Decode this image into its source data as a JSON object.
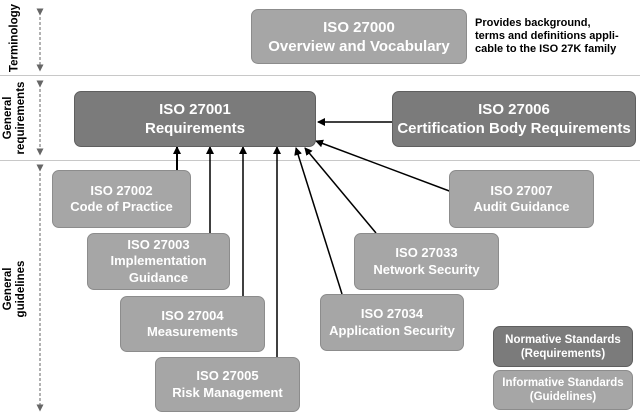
{
  "sections": {
    "terminology": "Terminology",
    "general_requirements": "General requirements",
    "general_guidelines": "General guidelines"
  },
  "iso27000": {
    "code": "ISO 27000",
    "name": "Overview and Vocabulary"
  },
  "iso27000_note": [
    "Provides background,",
    "terms and definitions appli-",
    "cable to the ISO 27K family"
  ],
  "iso27001": {
    "code": "ISO 27001",
    "name": "Requirements"
  },
  "iso27006": {
    "code": "ISO 27006",
    "name": "Certification  Body Requirements"
  },
  "iso27002": {
    "code": "ISO 27002",
    "name": "Code of Practice"
  },
  "iso27003": {
    "code": "ISO 27003",
    "name": [
      "Implementation",
      "Guidance"
    ]
  },
  "iso27004": {
    "code": "ISO 27004",
    "name": "Measurements"
  },
  "iso27005": {
    "code": "ISO 27005",
    "name": "Risk Management"
  },
  "iso27007": {
    "code": "ISO 27007",
    "name": "Audit Guidance"
  },
  "iso27033": {
    "code": "ISO 27033",
    "name": "Network Security"
  },
  "iso27034": {
    "code": "ISO 27034",
    "name": "Application  Security"
  },
  "legend": {
    "normative": [
      "Normative Standards",
      "(Requirements)"
    ],
    "informative": [
      "Informative Standards",
      "(Guidelines)"
    ]
  },
  "colors": {
    "normative": "#7b7b7b",
    "informative": "#a6a6a6",
    "arrow": "#000000",
    "separator": "#c8c8c8"
  }
}
